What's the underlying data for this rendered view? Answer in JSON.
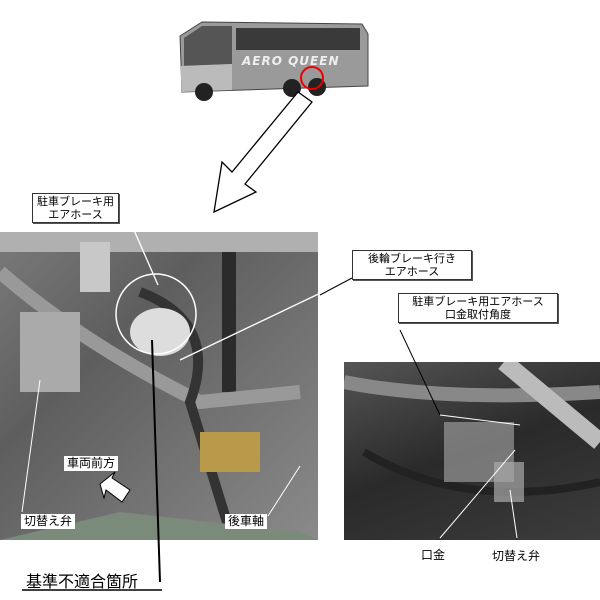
{
  "bus": {
    "logo": "AERO QUEEN"
  },
  "main_photo": {
    "labels": {
      "parking_brake_hose": [
        "駐車ブレーキ用",
        "エアホース"
      ],
      "rear_brake_hose": [
        "後輪ブレーキ行き",
        "エアホース"
      ],
      "vehicle_front": "車両前方",
      "switch_valve": "切替え弁",
      "rear_axle": "後車軸"
    }
  },
  "detail_photo": {
    "title": [
      "駐車ブレーキ用エアホース",
      "口金取付角度"
    ],
    "fitting": "口金",
    "switch_valve": "切替え弁"
  },
  "nonconformity": "基準不適合箇所"
}
